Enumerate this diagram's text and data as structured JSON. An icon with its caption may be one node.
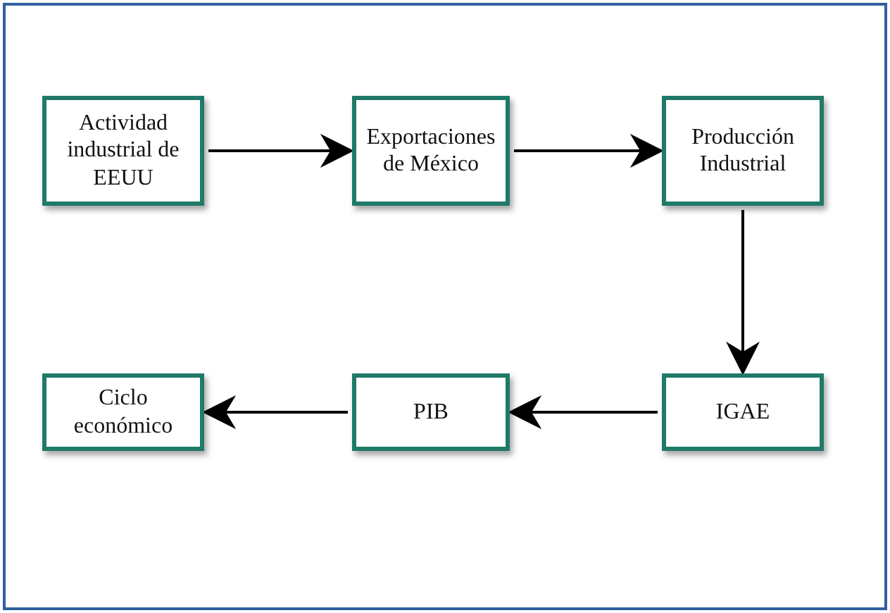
{
  "diagram": {
    "nodes": [
      {
        "text": [
          "Actividad industrial de EEUU"
        ]
      },
      {
        "text": [
          "Exportaciones de México"
        ]
      },
      {
        "text": [
          "Producción Industrial"
        ]
      },
      {
        "text": [
          "IGAE"
        ]
      },
      {
        "text": [
          "PIB"
        ]
      },
      {
        "text": [
          "Ciclo económico"
        ]
      }
    ],
    "edges": [
      {
        "from": 0,
        "to": 1,
        "arrow": "to"
      },
      {
        "from": 1,
        "to": 2,
        "arrow": "to"
      },
      {
        "from": 2,
        "to": 3,
        "arrow": "to"
      },
      {
        "from": 3,
        "to": 4,
        "arrow": "to"
      },
      {
        "from": 4,
        "to": 5,
        "arrow": "to"
      }
    ]
  }
}
